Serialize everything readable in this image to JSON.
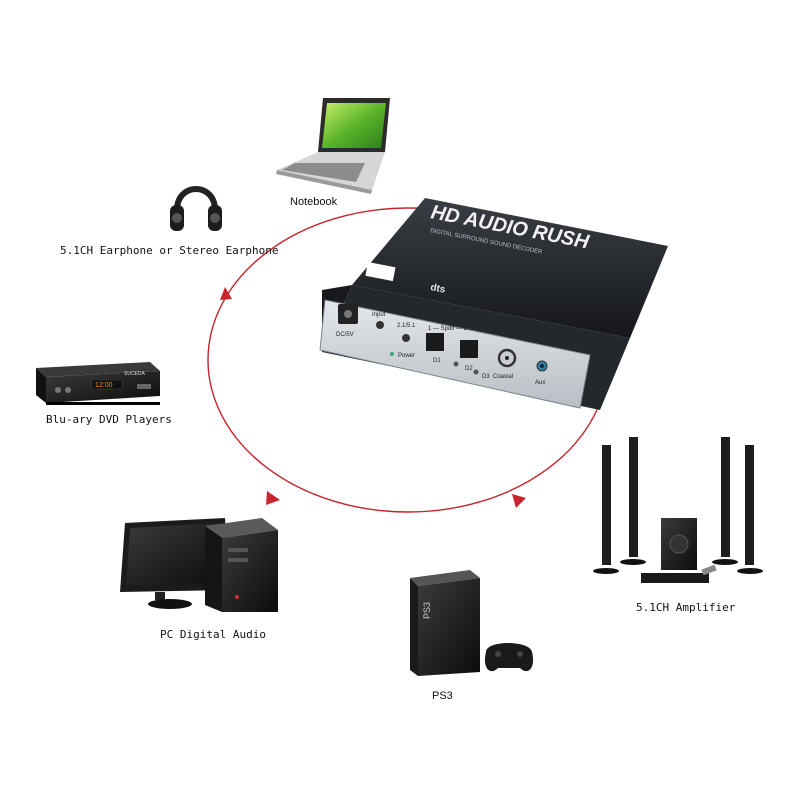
{
  "labels": {
    "notebook": "Notebook",
    "earphone": "5.1CH Earphone or Stereo Earphone",
    "bluray": "Blu-ary DVD Players",
    "pc": "PC Digital Audio",
    "ps3": "PS3",
    "amplifier": "5.1CH Amplifier"
  },
  "decoder": {
    "brand": "HD AUDIO RUSH",
    "subtitle": "DIGITAL SURROUND SOUND DECODER",
    "logo": "dts",
    "ports": {
      "dc": "DC/5V",
      "input": "Input",
      "mode": "2.1/5.1",
      "power": "Power",
      "spdif": "1 — Spdif — 2",
      "d1": "D1",
      "d2": "D2",
      "d3": "D3",
      "coaxial": "Coaxial",
      "aux": "Aux"
    }
  },
  "devices": {
    "bluray_brand": "SUCEDA",
    "bluray_display": "12:00",
    "ps3_logo": "PS3"
  },
  "colors": {
    "loop": "#c8242c",
    "decoder_body": "#1d2024",
    "panel": "#cfd3d8"
  }
}
